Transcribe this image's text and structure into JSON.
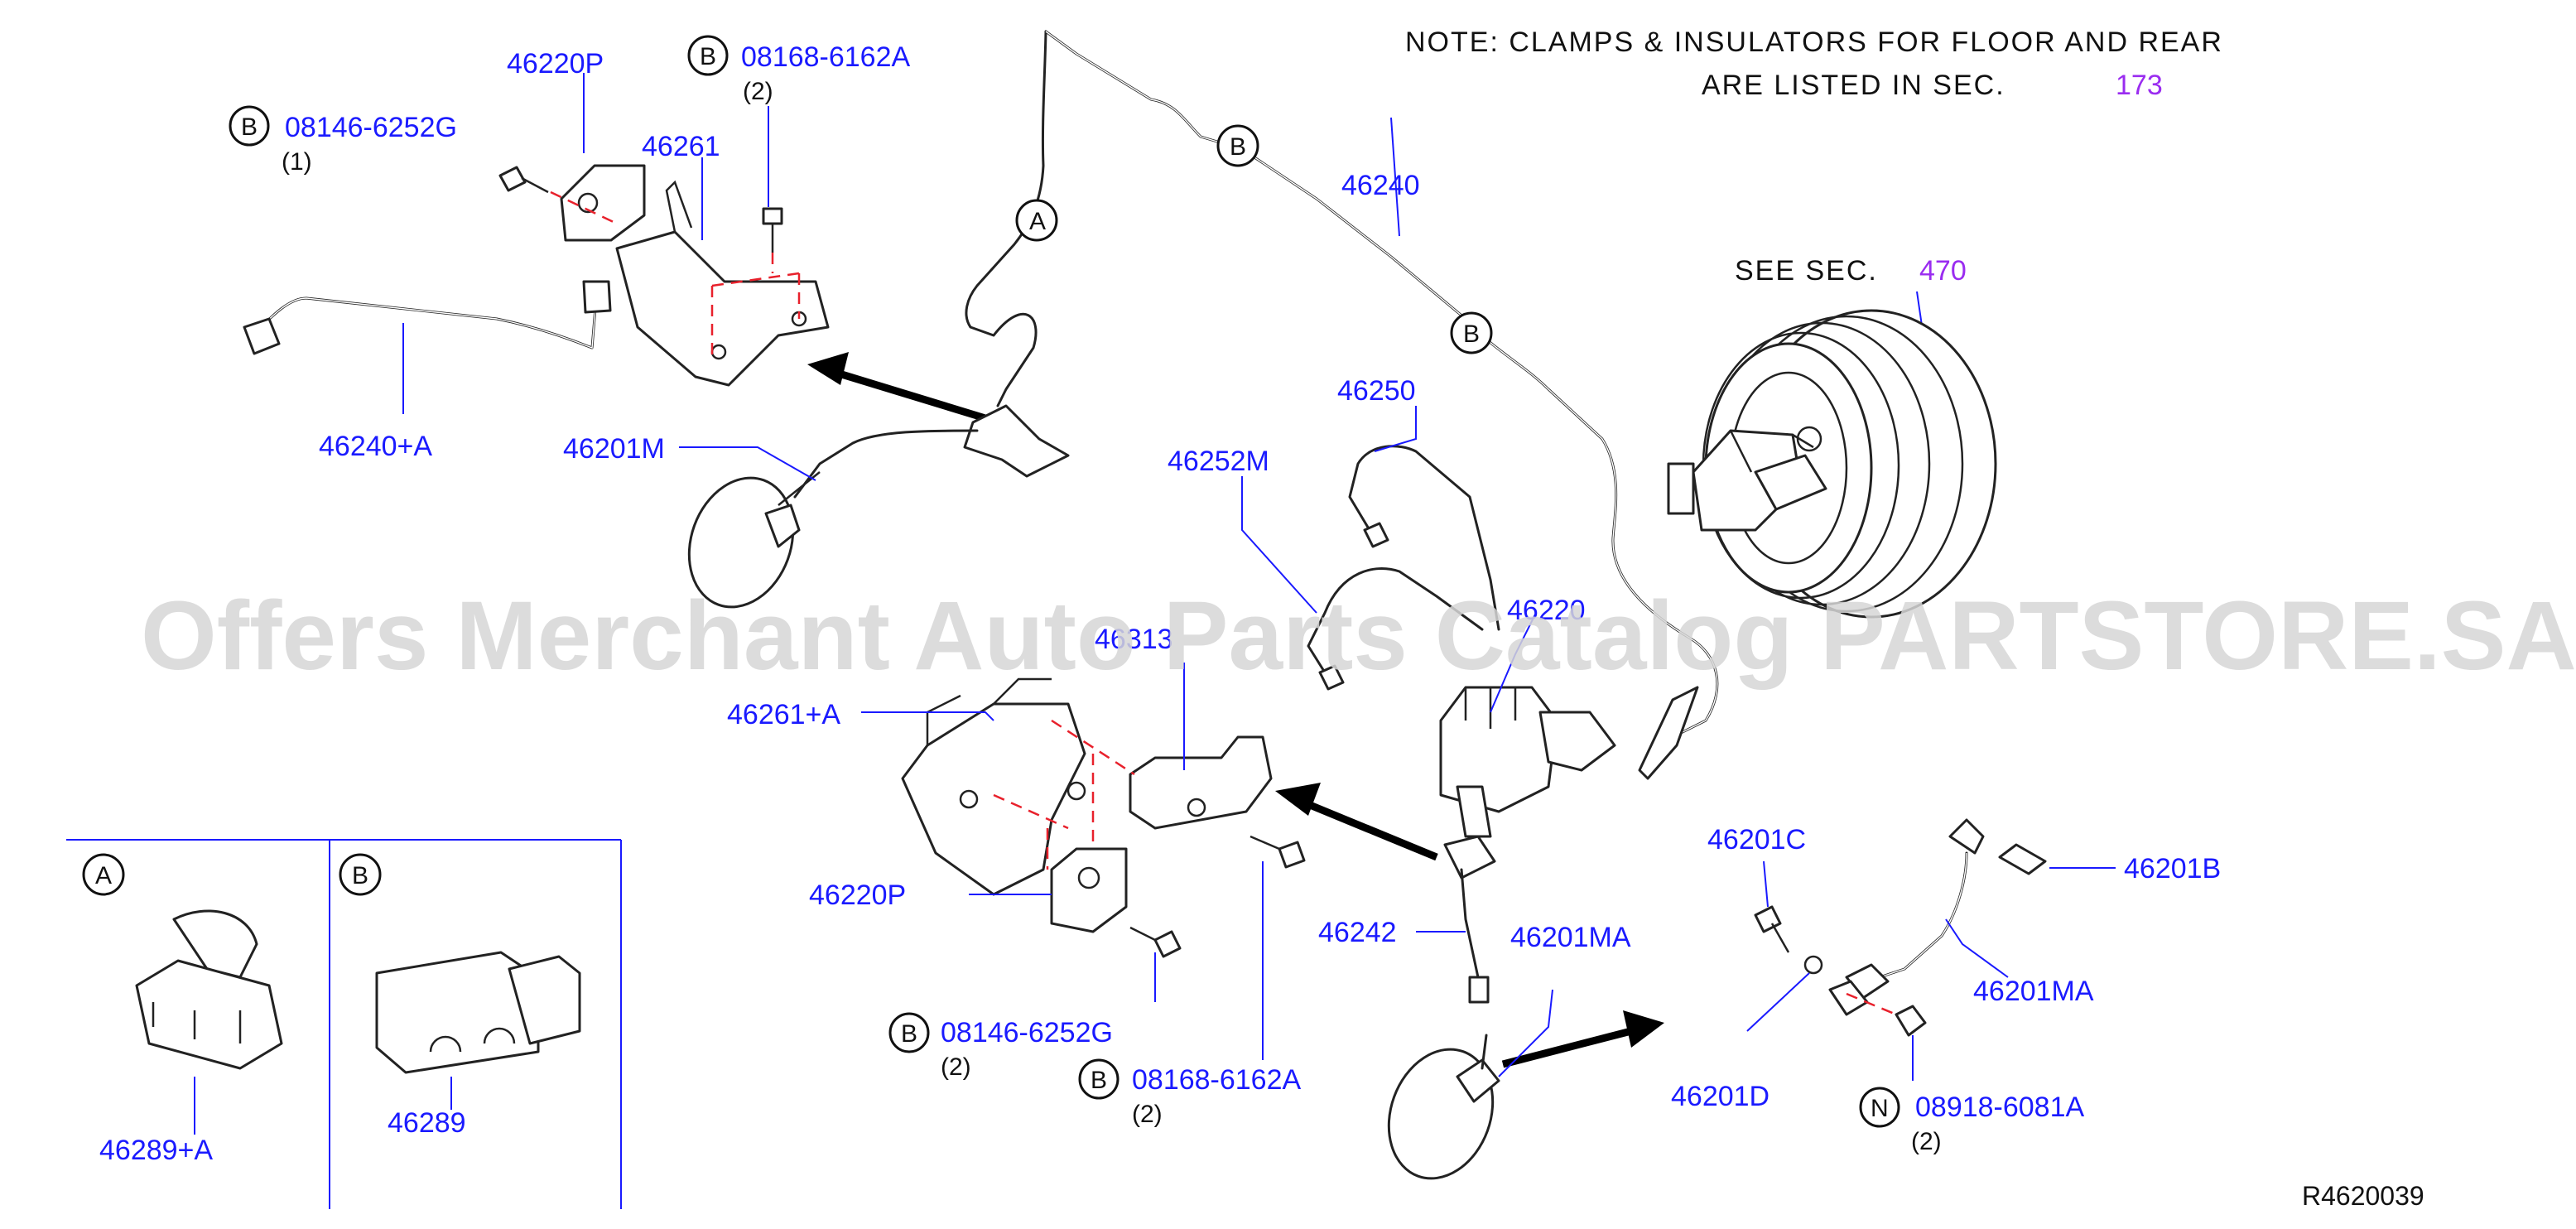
{
  "note": {
    "line1": "NOTE:  CLAMPS  &  INSULATORS  FOR  FLOOR  AND  REAR",
    "line2": "ARE  LISTED  IN  SEC.",
    "section": "173"
  },
  "see_section": {
    "label": "SEE  SEC.",
    "section": "470"
  },
  "watermark": "Offers Merchant Auto Parts Catalog PARTSTORE.SA",
  "drawing_number": "R4620039",
  "connector_letters": {
    "a": "A",
    "b": "B",
    "n": "N"
  },
  "parts": {
    "p46220p_top": "46220P",
    "p08168_top": "08168-6162A",
    "q08168_top": "(2)",
    "p08146_top": "08146-6252G",
    "q08146_top": "(1)",
    "p46261": "46261",
    "p46240a": "46240+A",
    "p46201m": "46201M",
    "p46240": "46240",
    "p46250": "46250",
    "p46252m": "46252M",
    "p46220": "46220",
    "p46313": "46313",
    "p46261a": "46261+A",
    "p46220p_mid": "46220P",
    "p08146_mid": "08146-6252G",
    "q08146_mid": "(2)",
    "p08168_mid": "08168-6162A",
    "q08168_mid": "(2)",
    "p46242": "46242",
    "p46201ma_center": "46201MA",
    "p46201c": "46201C",
    "p46201b": "46201B",
    "p46201ma_right": "46201MA",
    "p46201d": "46201D",
    "p08918": "08918-6081A",
    "q08918": "(2)",
    "p46289a": "46289+A",
    "p46289": "46289"
  },
  "inset": {
    "label_a": "A",
    "label_b": "B"
  }
}
